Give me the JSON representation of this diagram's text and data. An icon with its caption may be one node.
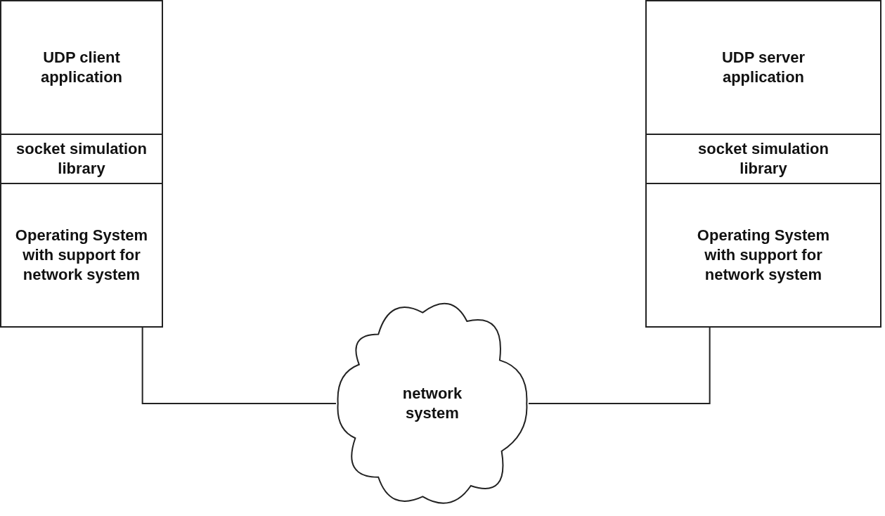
{
  "diagram": {
    "nodes": [
      {
        "text": [],
        "shape": "box"
      },
      {
        "text": [
          "UDP client application"
        ],
        "in": 0
      },
      {
        "text": [
          "socket simulation library"
        ],
        "in": 0
      },
      {
        "text": [
          "Operating System with support for network system"
        ],
        "in": 0
      },
      {
        "text": [],
        "shape": "box"
      },
      {
        "text": [
          "UDP server application"
        ],
        "in": 4
      },
      {
        "text": [
          "socket simulation library"
        ],
        "in": 4
      },
      {
        "text": [
          "Operating System with support for network system"
        ],
        "in": 4
      },
      {
        "text": [
          "network system"
        ]
      }
    ],
    "edges": [
      {
        "from": 3,
        "to": 8,
        "arrow": "none"
      },
      {
        "from": 8,
        "to": 7,
        "arrow": "none"
      }
    ]
  }
}
